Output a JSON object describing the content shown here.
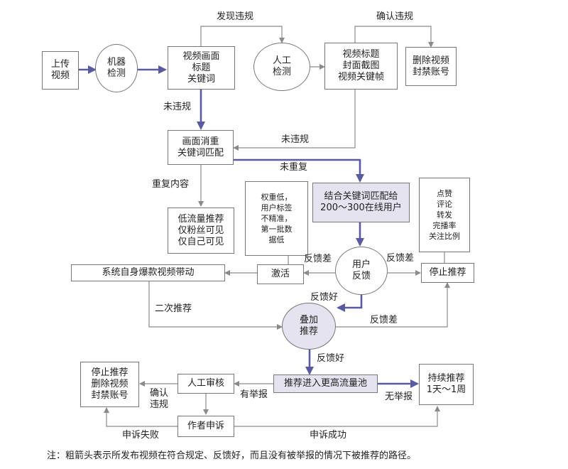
{
  "nodes": {
    "upload": "上传\n视频",
    "machine_check": "机器\n检测",
    "video_screen": "视频画面\n标题\n关键词",
    "manual_check": "人工\n检测",
    "video_title_frames": "视频标题\n封面截图\n视频关键帧",
    "delete_ban_top": "删除视频\n封禁账号",
    "dedup": "画面消重\n关键词匹配",
    "low_traffic": "低流量推荐\n仅粉丝可见\n仅自己可见",
    "note_weights": "权重低，\n用户标签\n不精准，\n第一批数\n据低",
    "keyword_match": "结合关键词匹配给\n200～300在线用户",
    "note_metrics": "点赞\n评论\n转发\n完播率\n关注比例",
    "hot_video": "系统自身爆款视频带动",
    "activate": "激活",
    "user_feedback": "用户\n反馈",
    "stop_recommend": "停止推荐",
    "stack_recommend": "叠加\n推荐",
    "stop_delete_ban": "停止推荐\n删除视频\n封禁账号",
    "manual_review": "人工审核",
    "bigger_pool": "推荐进入更高流量池",
    "keep_recommend": "持续推荐\n1天～1周",
    "author_appeal": "作者申诉"
  },
  "edge_labels": {
    "found_violation": "发现违规",
    "confirm_violation_top": "确认违规",
    "no_violation_left": "未违规",
    "no_violation_right": "未违规",
    "not_duplicate": "未重复",
    "duplicate_content": "重复内容",
    "bad_feedback_left": "反馈差",
    "bad_feedback_right": "反馈差",
    "good_feedback": "反馈好",
    "second_recommend": "二次推荐",
    "bad_feedback_stack": "反馈差",
    "good_feedback_stack": "反馈好",
    "confirm_violation": "确认\n违规",
    "reported": "有举报",
    "not_reported": "无举报",
    "appeal_failed": "申诉失败",
    "appeal_success": "申诉成功"
  },
  "footnote": "注：粗箭头表示所发布视频在符合规定、反馈好，而且没有被举报的情况下被推荐的路径。",
  "colors": {
    "thick_arrow": "#5a5aa0",
    "thin_line": "#8a8a8a",
    "shaded_fill": "#e4e3ef"
  }
}
